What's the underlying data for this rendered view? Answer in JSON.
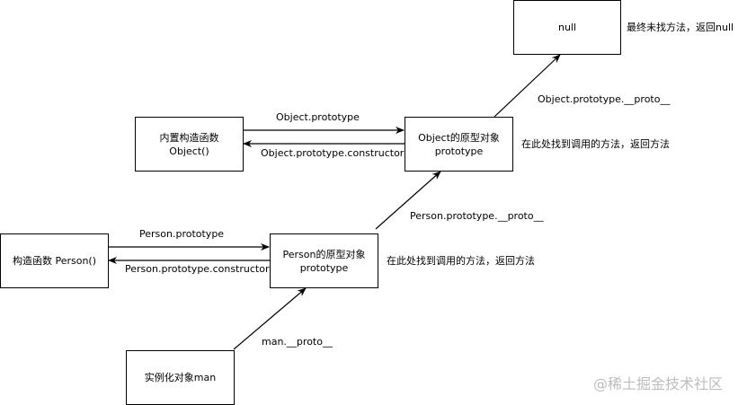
{
  "nodes": {
    "null_box": {
      "text": "null"
    },
    "object_ctor": {
      "line1": "内置构造函数",
      "line2": "Object()"
    },
    "object_proto": {
      "line1": "Object的原型对象",
      "line2": "prototype"
    },
    "person_ctor": {
      "text": "构造函数 Person()"
    },
    "person_proto": {
      "line1": "Person的原型对象",
      "line2": "prototype"
    },
    "man": {
      "text": "实例化对象man"
    }
  },
  "edges": {
    "object_prototype": "Object.prototype",
    "object_constructor": "Object.prototype.constructor",
    "object_proto_proto": "Object.prototype.__proto__",
    "person_prototype": "Person.prototype",
    "person_constructor": "Person.prototype.constructor",
    "person_proto_proto": "Person.prototype.__proto__",
    "man_proto": "man.__proto__"
  },
  "notes": {
    "null_note": "最终未找方法，返回null",
    "object_note": "在此处找到调用的方法，返回方法",
    "person_note": "在此处找到调用的方法，返回方法"
  },
  "watermark": "@稀土掘金技术社区"
}
